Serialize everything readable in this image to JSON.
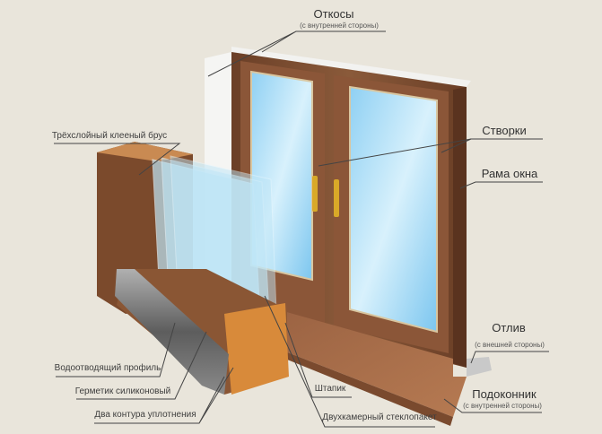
{
  "labels": {
    "otkosy": "Откосы",
    "otkosy_sub": "(с внутренней стороны)",
    "brus": "Трёхслойный клееный брус",
    "stvorki": "Створки",
    "rama": "Рама окна",
    "otliv": "Отлив",
    "otliv_sub": "(с внешней стороны)",
    "podokonnik": "Подоконник",
    "podokonnik_sub": "(с внутренней стороны)",
    "vodootvod": "Водоотводящий профиль",
    "germetik": "Герметик силиконовый",
    "dva_kontura": "Два контура уплотнения",
    "shtapik": "Штапик",
    "steklopaket": "Двухкамерный стеклопакет"
  },
  "colors": {
    "background": "#e9e5db",
    "wood": "#7a4a30",
    "wood_light": "#c98a52",
    "glass": "#a9dcf5",
    "handle": "#d9a928",
    "wall": "#f4f4f2",
    "metal": "#6c6c6c"
  }
}
